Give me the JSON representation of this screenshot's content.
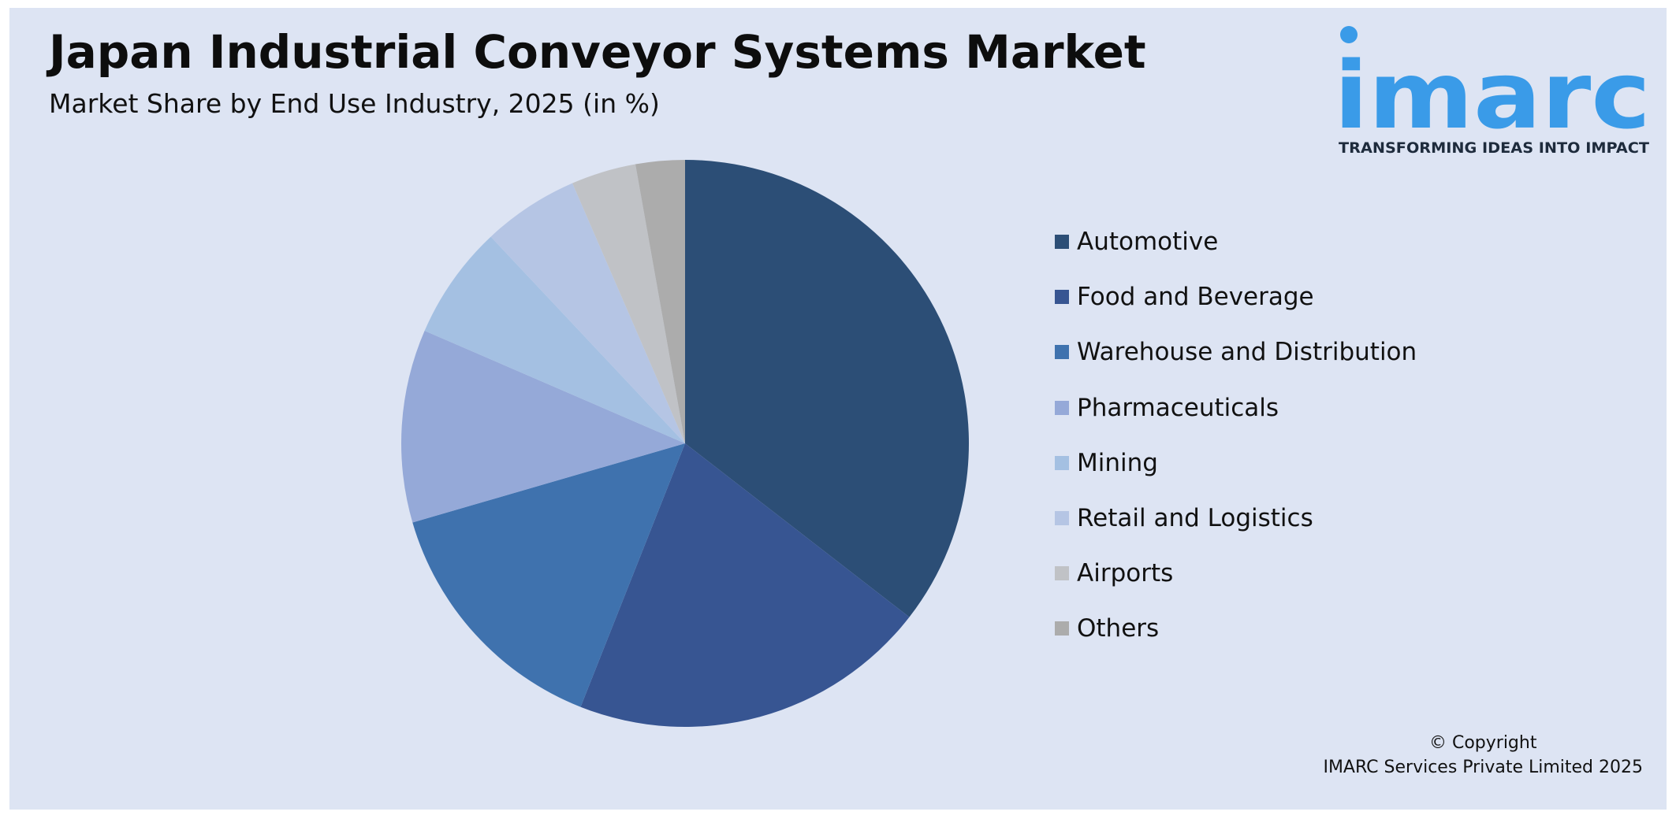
{
  "header": {
    "title": "Japan Industrial Conveyor Systems Market",
    "subtitle": "Market Share by End Use Industry, 2025 (in %)"
  },
  "logo": {
    "wordmark": "imarc",
    "tagline": "TRANSFORMING IDEAS INTO IMPACT",
    "color": "#3a9be8"
  },
  "chart_data": {
    "type": "pie",
    "title": "Japan Industrial Conveyor Systems Market",
    "subtitle": "Market Share by End Use Industry, 2025 (in %)",
    "legend_position": "right",
    "slices": [
      {
        "label": "Automotive",
        "value": 35.5,
        "color": "#2c4e76"
      },
      {
        "label": "Food and Beverage",
        "value": 20.5,
        "color": "#375592"
      },
      {
        "label": "Warehouse and Distribution",
        "value": 14.5,
        "color": "#3f72ae"
      },
      {
        "label": "Pharmaceuticals",
        "value": 11.0,
        "color": "#95a9d8"
      },
      {
        "label": "Mining",
        "value": 6.5,
        "color": "#a4c0e2"
      },
      {
        "label": "Retail and Logistics",
        "value": 5.5,
        "color": "#b5c5e4"
      },
      {
        "label": "Airports",
        "value": 3.7,
        "color": "#c0c2c6"
      },
      {
        "label": "Others",
        "value": 2.8,
        "color": "#acacac"
      }
    ]
  },
  "footer": {
    "copyright_line1": "© Copyright",
    "copyright_line2": "IMARC Services Private Limited 2025"
  }
}
